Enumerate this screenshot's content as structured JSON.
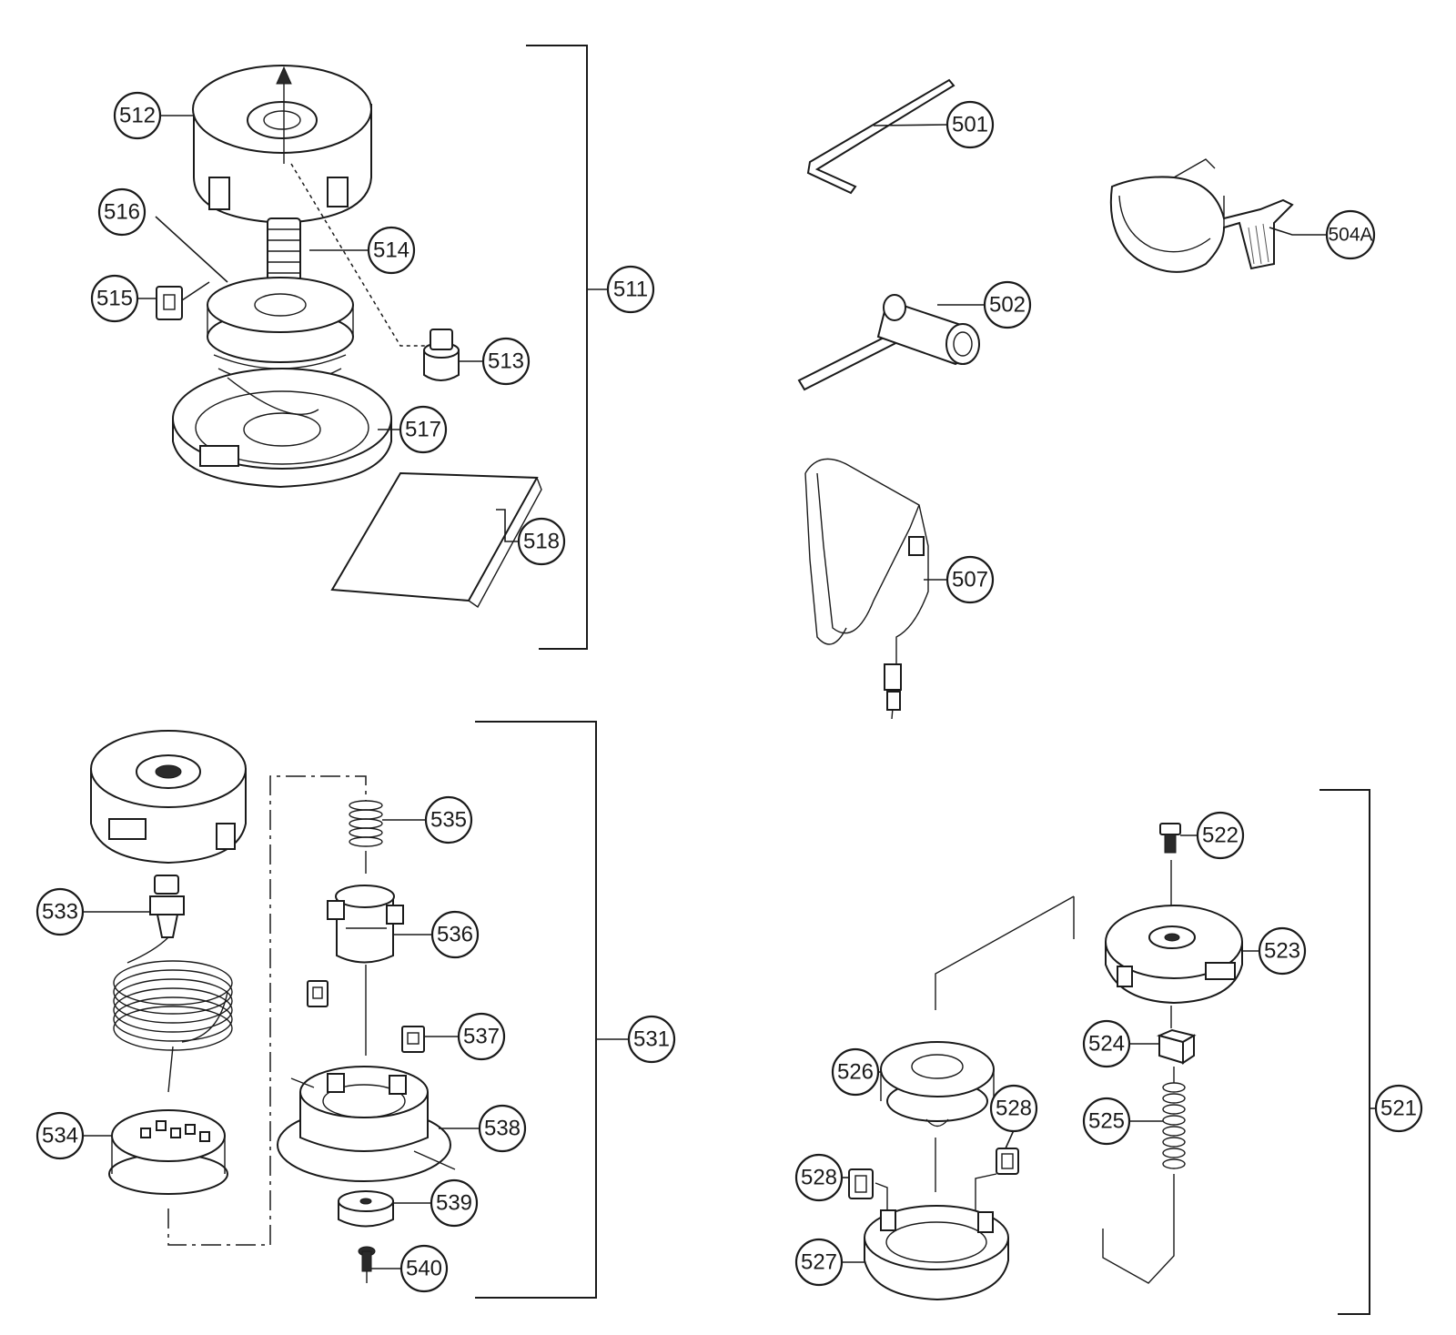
{
  "diagram": {
    "callouts": {
      "c501": "501",
      "c502": "502",
      "c504A": "504A",
      "c507": "507",
      "c511": "511",
      "c512": "512",
      "c513": "513",
      "c514": "514",
      "c515": "515",
      "c516": "516",
      "c517": "517",
      "c518": "518",
      "c521": "521",
      "c522": "522",
      "c523": "523",
      "c524": "524",
      "c525": "525",
      "c526": "526",
      "c527": "527",
      "c528a": "528",
      "c528b": "528",
      "c531": "531",
      "c533": "533",
      "c534": "534",
      "c535": "535",
      "c536": "536",
      "c537": "537",
      "c538": "538",
      "c539": "539",
      "c540": "540"
    }
  }
}
